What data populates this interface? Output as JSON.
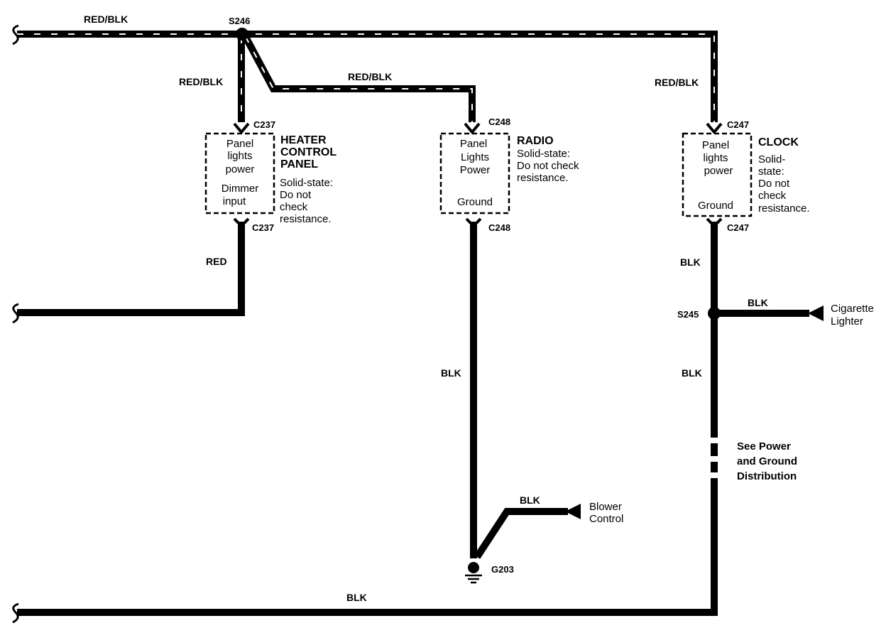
{
  "wire_labels": {
    "top_left": "RED/BLK",
    "heater_feed": "RED/BLK",
    "radio_feed": "RED/BLK",
    "clock_feed": "RED/BLK",
    "heater_out": "RED",
    "radio_ground": "BLK",
    "blower": "BLK",
    "clock_ground_upper": "BLK",
    "lighter_branch": "BLK",
    "clock_ground_lower": "BLK",
    "bottom_ground": "BLK"
  },
  "splices": {
    "top": "S246",
    "right": "S245"
  },
  "connectors": {
    "heater_top": "C237",
    "heater_bottom": "C237",
    "radio_top": "C248",
    "radio_bottom": "C248",
    "clock_top": "C247",
    "clock_bottom": "C247"
  },
  "ground_point": "G203",
  "components": {
    "heater": {
      "name": [
        "HEATER",
        "CONTROL",
        "PANEL"
      ],
      "pins": [
        "Panel",
        "lights",
        "power",
        "Dimmer",
        "input"
      ],
      "note": [
        "Solid-state:",
        "Do not",
        "check",
        "resistance."
      ]
    },
    "radio": {
      "name": "RADIO",
      "pins": [
        "Panel",
        "Lights",
        "Power",
        "Ground"
      ],
      "note": [
        "Solid-state:",
        "Do not check",
        "resistance."
      ]
    },
    "clock": {
      "name": "CLOCK",
      "pins": [
        "Panel",
        "lights",
        "power",
        "Ground"
      ],
      "note": [
        "Solid-",
        "state:",
        "Do not",
        "check",
        "resistance."
      ]
    }
  },
  "external": {
    "cigarette_lighter": [
      "Cigarette",
      "Lighter"
    ],
    "blower_control": [
      "Blower",
      "Control"
    ],
    "see_power_ground": [
      "See Power",
      "and Ground",
      "Distribution"
    ]
  }
}
